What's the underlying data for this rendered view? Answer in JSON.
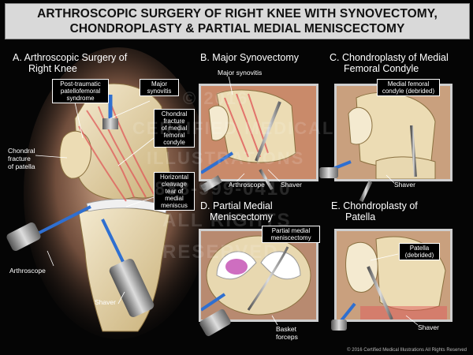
{
  "title": {
    "line1": "ARTHROSCOPIC SURGERY OF RIGHT KNEE WITH SYNOVECTOMY,",
    "line2": "CHONDROPLASTY & PARTIAL MEDIAL MENISCECTOMY"
  },
  "panel_a": {
    "title_line1": "A. Arthroscopic Surgery of",
    "title_line2": "Right Knee",
    "box_syndrome": [
      "Post-traumatic",
      "patellofemoral",
      "syndrome"
    ],
    "box_synovitis": [
      "Major",
      "synovitis"
    ],
    "box_condyle": [
      "Chondral",
      "fracture",
      "of medial",
      "femoral",
      "condyle"
    ],
    "box_tear": [
      "Horizontal",
      "cleavage",
      "tear of",
      "medial",
      "meniscus"
    ],
    "label_patella": [
      "Chondral",
      "fracture",
      "of patella"
    ],
    "label_arthroscope": "Arthroscope",
    "label_shaver": "Shaver"
  },
  "panel_b": {
    "title": "B. Major Synovectomy",
    "label_synovitis": "Major synovitis",
    "label_arthroscope": "Arthroscope",
    "label_shaver": "Shaver"
  },
  "panel_c": {
    "title_line1": "C. Chondroplasty of Medial",
    "title_line2": "Femoral Condyle",
    "box_condyle": [
      "Medial femoral",
      "condyle (debrided)"
    ],
    "label_shaver": "Shaver"
  },
  "panel_d": {
    "title_line1": "D. Partial Medial",
    "title_line2": "Meniscectomy",
    "box_meniscectomy": [
      "Partial medial",
      "meniscectomy"
    ],
    "label_forceps": [
      "Basket",
      "forceps"
    ]
  },
  "panel_e": {
    "title_line1": "E. Chondroplasty of",
    "title_line2": "Patella",
    "box_patella": [
      "Patella",
      "(debrided)"
    ],
    "label_shaver": "Shaver"
  },
  "watermark": [
    "© 2016",
    "CERTIFIED MEDICAL",
    "ILLUSTRATIONS",
    "888-999-0410",
    "ALL RIGHTS",
    "RESERVED"
  ],
  "copyright": "© 2016 Certified Medical Illustrations All Rights Reserved",
  "colors": {
    "background": "#050505",
    "banner": "#d9d9d9",
    "bone": "#e8d8b0",
    "synovitis": "#e06060",
    "instrument_blue": "#2f6fd0",
    "leader": "#ffffff"
  }
}
